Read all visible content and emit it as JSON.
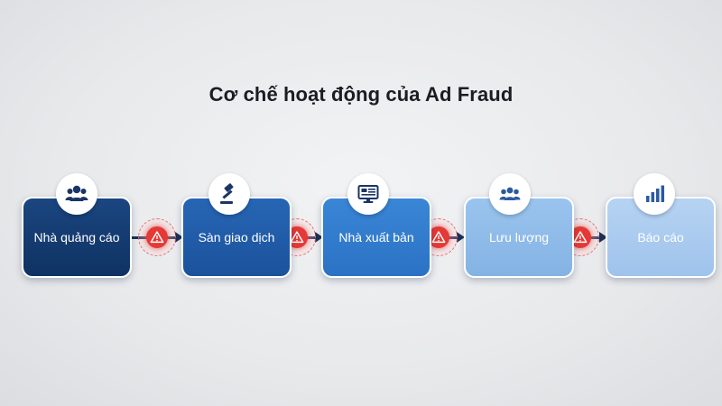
{
  "title": "Cơ chế hoạt động của Ad Fraud",
  "nodes": [
    {
      "label": "Nhà quảng cáo",
      "icon": "people-icon",
      "color": "#123a6e"
    },
    {
      "label": "Sàn giao dịch",
      "icon": "gavel-icon",
      "color": "#1f5aa8"
    },
    {
      "label": "Nhà xuất bản",
      "icon": "monitor-icon",
      "color": "#2f78cc"
    },
    {
      "label": "Lưu lượng",
      "icon": "group-icon",
      "color": "#8dbbe9"
    },
    {
      "label": "Báo cáo",
      "icon": "bar-chart-icon",
      "color": "#a9cbef"
    }
  ],
  "warning_icon": "warning-icon",
  "colors": {
    "connector": "#1d2f55",
    "warning": "#e53935",
    "icon": "#1a3566"
  }
}
